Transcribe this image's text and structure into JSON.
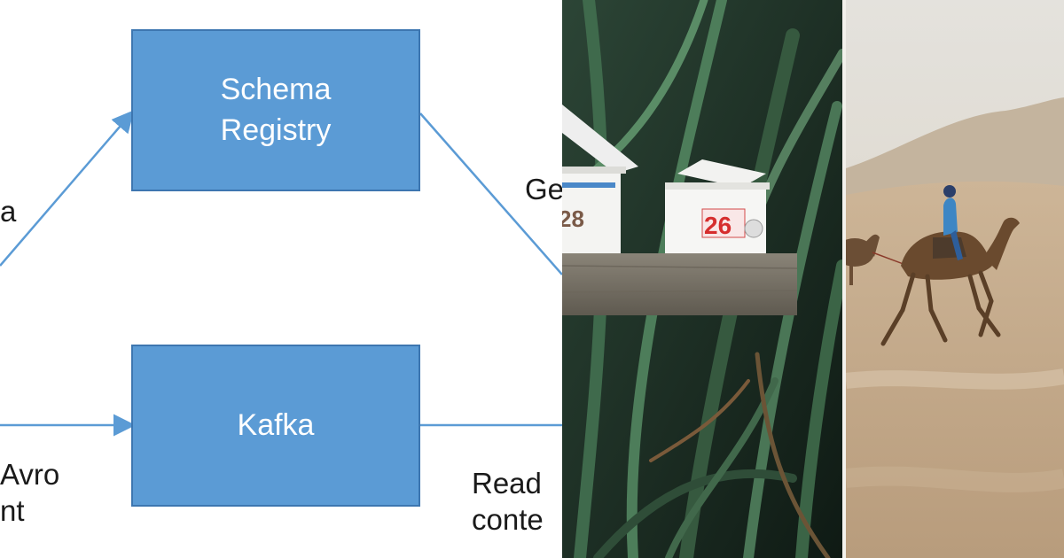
{
  "diagram": {
    "schema_registry_label": "Schema\nRegistry",
    "kafka_label": "Kafka",
    "edge_label_top_left": "a",
    "edge_label_top_right": "Ge",
    "edge_label_bottom_left": "Avro\nnt",
    "edge_label_bottom_right": "Read\nconte",
    "box_color": "#5b9bd5",
    "arrow_color": "#5b9bd5"
  },
  "mailbox_photo": {
    "mailbox_left_number": "28",
    "mailbox_right_number": "26"
  },
  "camel_photo": {}
}
